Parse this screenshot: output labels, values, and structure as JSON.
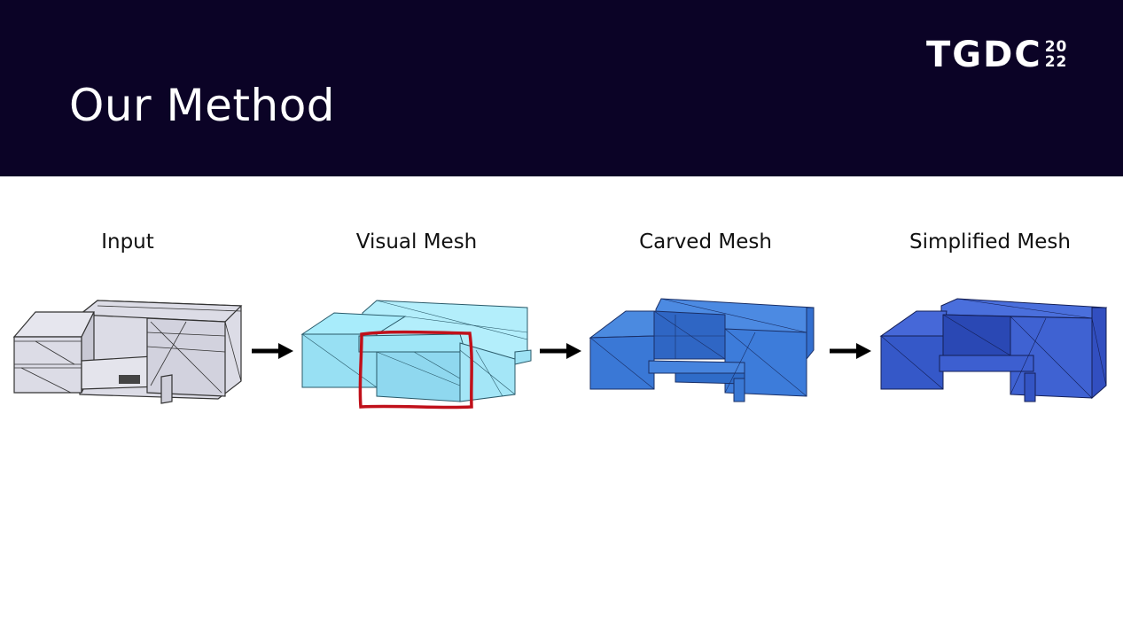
{
  "slide": {
    "title": "Our Method",
    "logo": {
      "text": "TGDC",
      "year_top": "20",
      "year_bottom": "22"
    },
    "stages": [
      {
        "label": "Input",
        "color": "#d9d9e3"
      },
      {
        "label": "Visual Mesh",
        "color": "#9fe3f5"
      },
      {
        "label": "Carved Mesh",
        "color": "#3f7fdc"
      },
      {
        "label": "Simplified Mesh",
        "color": "#3a5fd0"
      }
    ],
    "colors": {
      "header_bg": "#0b0326",
      "highlight": "#c0101a",
      "arrow": "#000000"
    }
  }
}
